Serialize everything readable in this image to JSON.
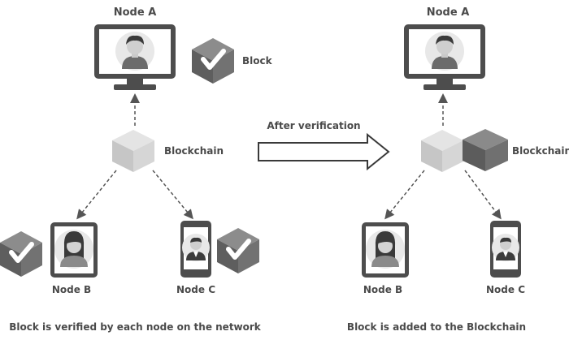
{
  "left": {
    "node_a": "Node A",
    "block": "Block",
    "blockchain": "Blockchain",
    "node_b": "Node B",
    "node_c": "Node C",
    "caption": "Block is verified by each node on the network"
  },
  "arrow": {
    "label": "After verification"
  },
  "right": {
    "node_a": "Node A",
    "blockchain": "Blockchain",
    "node_b": "Node B",
    "node_c": "Node C",
    "caption": "Block is added to the Blockchain"
  },
  "colors": {
    "device_frame": "#4d4d4d",
    "cube_light": "#cfcfcf",
    "cube_dark": "#6a6a6a",
    "label": "#4a4a4a"
  }
}
